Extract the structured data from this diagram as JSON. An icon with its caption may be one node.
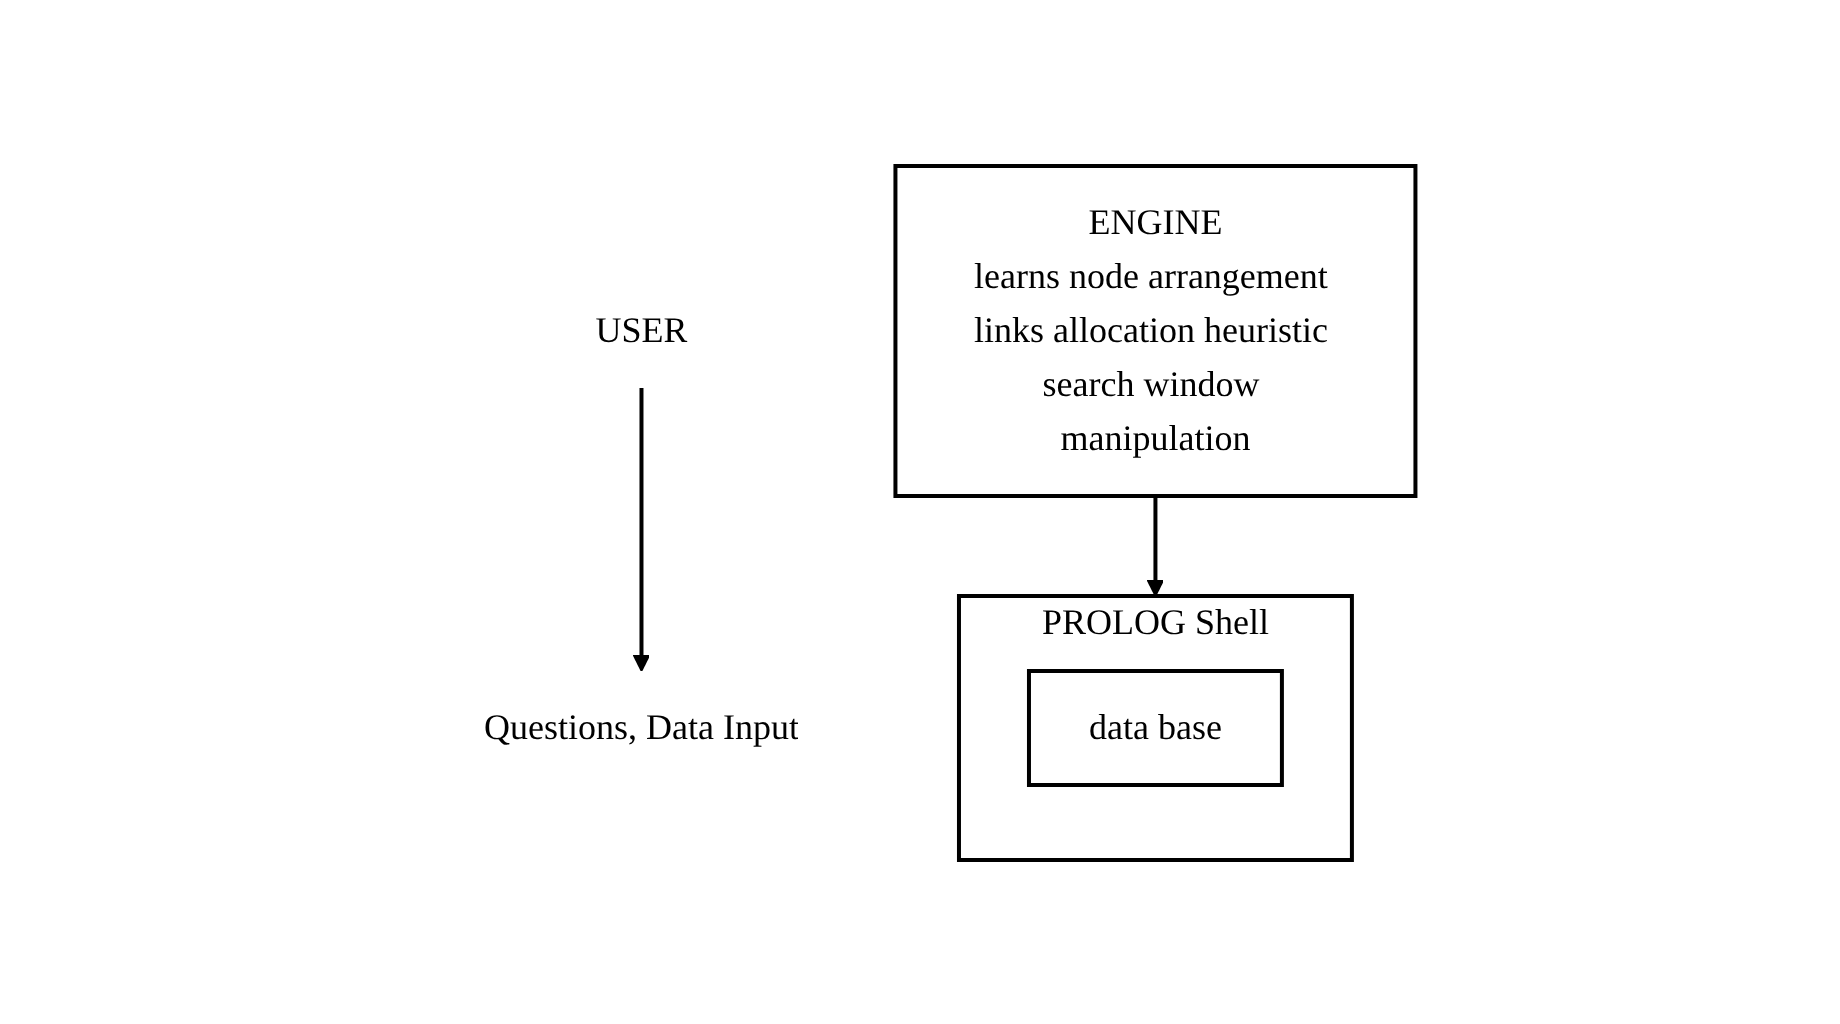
{
  "diagram": {
    "nodes": [
      {
        "text": [
          "USER"
        ]
      },
      {
        "text": [
          "Questions, Data Input"
        ]
      },
      {
        "text": [
          "PROLOG Shell"
        ]
      },
      {
        "text": [
          "data base"
        ],
        "in": 2
      },
      {
        "text": [
          "ENGINE",
          "learns node arrangement links allocation heuristic search window manipulation"
        ]
      }
    ],
    "edges": [
      {
        "from": 0,
        "to": 1,
        "arrow": "to"
      },
      {
        "from": 4,
        "to": 2,
        "arrow": "to"
      }
    ]
  }
}
